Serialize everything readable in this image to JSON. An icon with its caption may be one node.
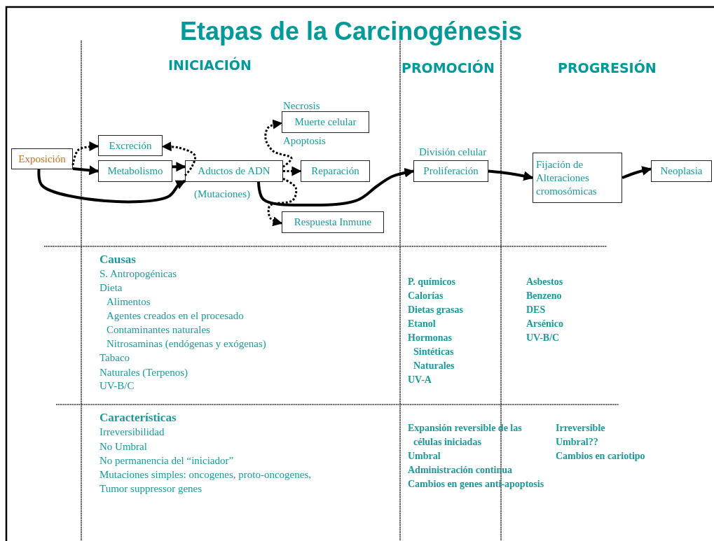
{
  "diagram": {
    "title": "Etapas de la Carcinogénesis",
    "nodes": [
      {
        "text": [
          "Exposición"
        ]
      },
      {
        "text": [
          "Excreción"
        ]
      },
      {
        "text": [
          "Metabolismo"
        ]
      },
      {
        "text": [
          "Aductos de ADN"
        ],
        "beside": [
          "(Mutaciones)"
        ]
      },
      {
        "text": [
          "Muerte celular"
        ],
        "beside": [
          "Necrosis",
          "Apoptosis"
        ]
      },
      {
        "text": [
          "Reparación"
        ]
      },
      {
        "text": [
          "Respuesta Inmune"
        ]
      },
      {
        "text": [
          "Proliferación"
        ],
        "beside": [
          "División celular"
        ]
      },
      {
        "text": [
          "Fijación de Alteraciones cromosómicas"
        ]
      },
      {
        "text": [
          "Neoplasia"
        ]
      }
    ],
    "edges": [
      {
        "from": 0,
        "to": 2,
        "arrow": "to"
      },
      {
        "from": 0,
        "to": 1,
        "arrow": "to",
        "style": "dashed"
      },
      {
        "from": 2,
        "to": 3,
        "arrow": "to"
      },
      {
        "from": 3,
        "to": 1,
        "arrow": "to",
        "style": "dashed"
      },
      {
        "from": 0,
        "to": 3,
        "arrow": "to"
      },
      {
        "from": 3,
        "to": 5,
        "arrow": "to",
        "style": "dashed"
      },
      {
        "from": 3,
        "to": 4,
        "arrow": "to",
        "style": "dashed"
      },
      {
        "from": 3,
        "to": 6,
        "arrow": "to",
        "style": "dashed"
      },
      {
        "from": 3,
        "to": 7,
        "arrow": "to"
      },
      {
        "from": 7,
        "to": 8,
        "arrow": "to"
      },
      {
        "from": 8,
        "to": 9,
        "arrow": "to"
      }
    ],
    "labels": [
      "INICIACIÓN",
      "PROMOCIÓN",
      "PROGRESIÓN",
      "Causas",
      "S. Antropogénicas",
      "Dieta",
      "Alimentos",
      "Agentes creados en el procesado",
      "Contaminantes naturales",
      "Nitrosaminas (endógenas y exógenas)",
      "Tabaco",
      "Naturales (Terpenos)",
      "UV-B/C",
      "P. químicos",
      "Calorías",
      "Dietas grasas",
      "Etanol",
      "Hormonas",
      "Sintéticas",
      "Naturales",
      "UV-A",
      "Asbestos",
      "Benzeno",
      "DES",
      "Arsénico",
      "UV-B/C",
      "Características",
      "Irreversibilidad",
      "No Umbral",
      "No permanencia del “iniciador”",
      "Mutaciones simples: oncogenes, proto-oncogenes,",
      "Tumor suppressor genes",
      "Expansión reversible de las células iniciadas",
      "Umbral",
      "Administración continua",
      "Cambios en genes anti-apoptosis",
      "Irreversible",
      "Umbral??",
      "Cambios en cariotipo"
    ]
  }
}
